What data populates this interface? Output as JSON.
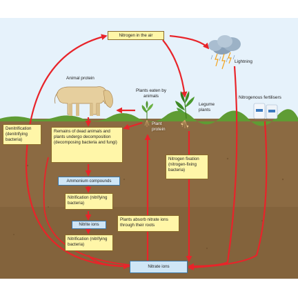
{
  "diagram": {
    "nodes": {
      "nitrogen_air": "Nitrogen in the air",
      "lightning": "Lightning",
      "animal_protein": "Animal protein",
      "plants_eaten": "Plants eaten by animals",
      "legume_plants": "Legume plants",
      "nitrogenous_fertilisers": "Nitrogenous fertilisers",
      "plant_protein": "Plant protein",
      "denitrification": "Denitrification (denitrifying bacteria)",
      "remains": "Remains of dead animals and plants undergo decomposition (decomposing bacteria and fungi)",
      "ammonium": "Ammonium compounds",
      "nitrification_1": "Nitrification (nitrifying bacteria)",
      "nitrite": "Nitrite ions",
      "nitrification_2": "Nitrification (nitrifying bacteria)",
      "plants_absorb": "Plants absorb nitrate ions through their roots",
      "nitrogen_fixation": "Nitrogen fixation (nitrogen-fixing bacteria)",
      "nitrate": "Nitrate ions"
    },
    "colors": {
      "sky": "#e3f1fb",
      "soil": "#8a6840",
      "soil_dark": "#6f5030",
      "arrow": "#e8242a",
      "box_yellow": "#fff6a8",
      "box_blue": "#cfe6f6",
      "grass": "#5a9a2e"
    }
  }
}
